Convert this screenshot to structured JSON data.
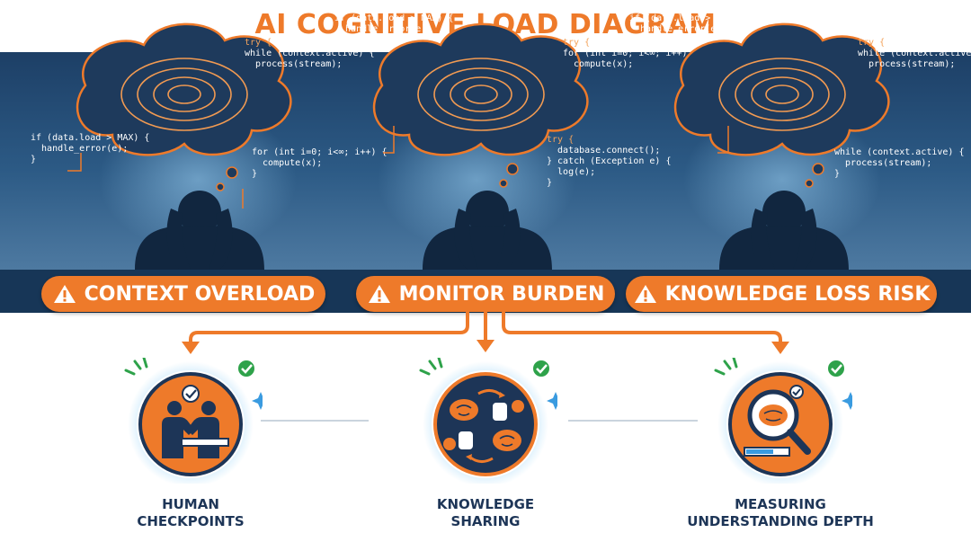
{
  "title": "AI COGNITIVE LOAD DIAGRAM",
  "panels": [
    {
      "code_top": [
        "if (data.load > MAX) {",
        "  handle_error(e);",
        "}"
      ],
      "code_right": [
        "try {",
        "while (context.active) {",
        "  process(stream);"
      ],
      "code_left_mid": [
        "if (data.load > MAX) {",
        "  handle_error(e);",
        "}"
      ],
      "code_right_mid": [
        "for (int i=0; i<∞; i++) {",
        "  compute(x);",
        "}"
      ]
    },
    {
      "code_top": [
        "if (data.load > MAX) {",
        "  handle_error(e);",
        "}"
      ],
      "code_right": [
        "try {",
        "for (int i=0; i<∞; i++) {",
        "  compute(x);"
      ],
      "code_right_mid": [
        "try {",
        "  database.connect();",
        "} catch (Exception e) {",
        "  log(e);",
        "}"
      ]
    },
    {
      "code_top": [
        "if (data.load > MAX) {",
        "  handle_error(e);",
        "}"
      ],
      "code_right": [
        "try {",
        "while (context.active) {",
        "  process(stream);"
      ],
      "code_right_mid": [
        "while (context.active) {",
        "  process(stream);",
        "}"
      ]
    }
  ],
  "warnings": [
    {
      "label": "CONTEXT OVERLOAD",
      "icon": "warning-icon"
    },
    {
      "label": "MONITOR BURDEN",
      "icon": "warning-icon"
    },
    {
      "label": "KNOWLEDGE LOSS RISK",
      "icon": "warning-icon"
    }
  ],
  "solutions": [
    {
      "label_lines": [
        "HUMAN",
        "CHECKPOINTS"
      ],
      "icon": "handshake-checkpoint-icon"
    },
    {
      "label_lines": [
        "KNOWLEDGE",
        "SHARING"
      ],
      "icon": "brain-sharing-icon"
    },
    {
      "label_lines": [
        "MEASURING",
        "UNDERSTANDING DEPTH"
      ],
      "icon": "magnifier-brain-icon"
    }
  ],
  "colors": {
    "accent": "#ee7a2a",
    "navy": "#1d3557",
    "band_top": "#1d3f66",
    "check": "#2ea24a",
    "glow": "#7cc8f5"
  }
}
